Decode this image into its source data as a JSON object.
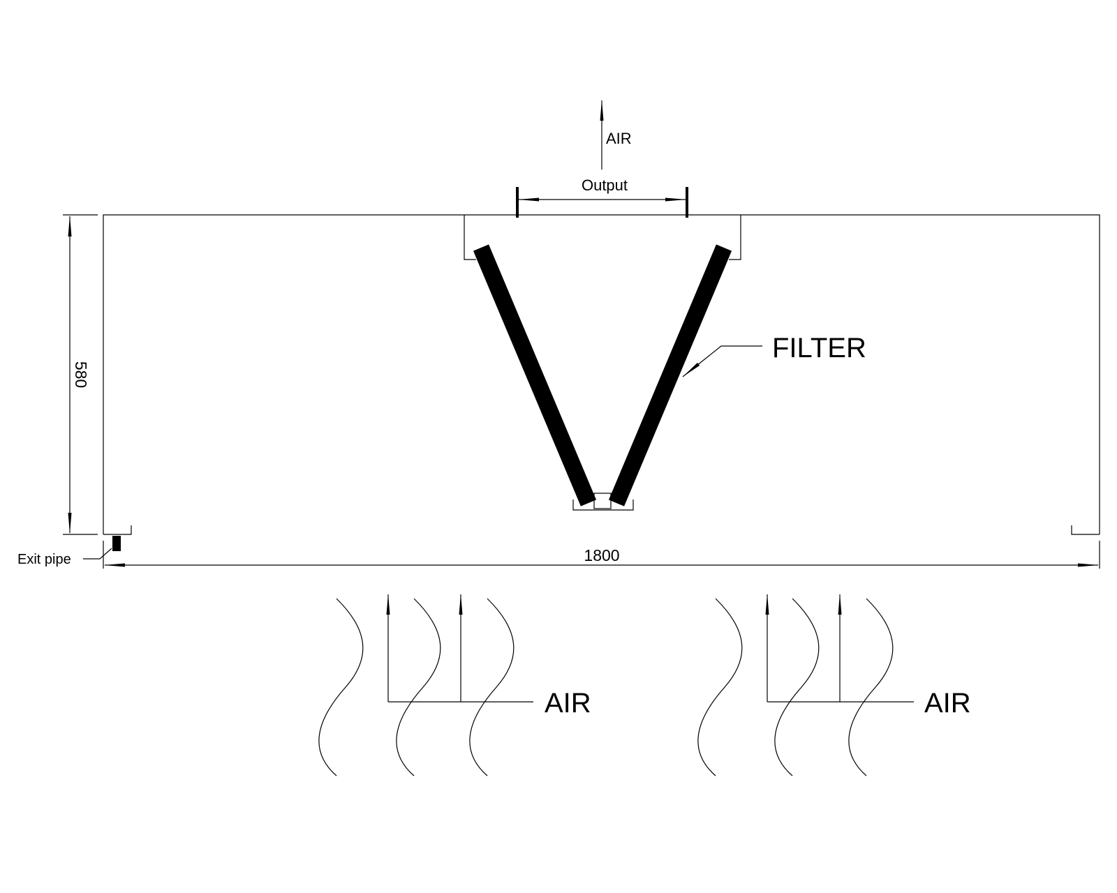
{
  "labels": {
    "air_top": "AIR",
    "output": "Output",
    "filter": "FILTER",
    "height_dim": "580",
    "width_dim": "1800",
    "exit_pipe": "Exit pipe",
    "air_left": "AIR",
    "air_right": "AIR"
  },
  "colors": {
    "line": "#000000",
    "background": "#ffffff"
  }
}
